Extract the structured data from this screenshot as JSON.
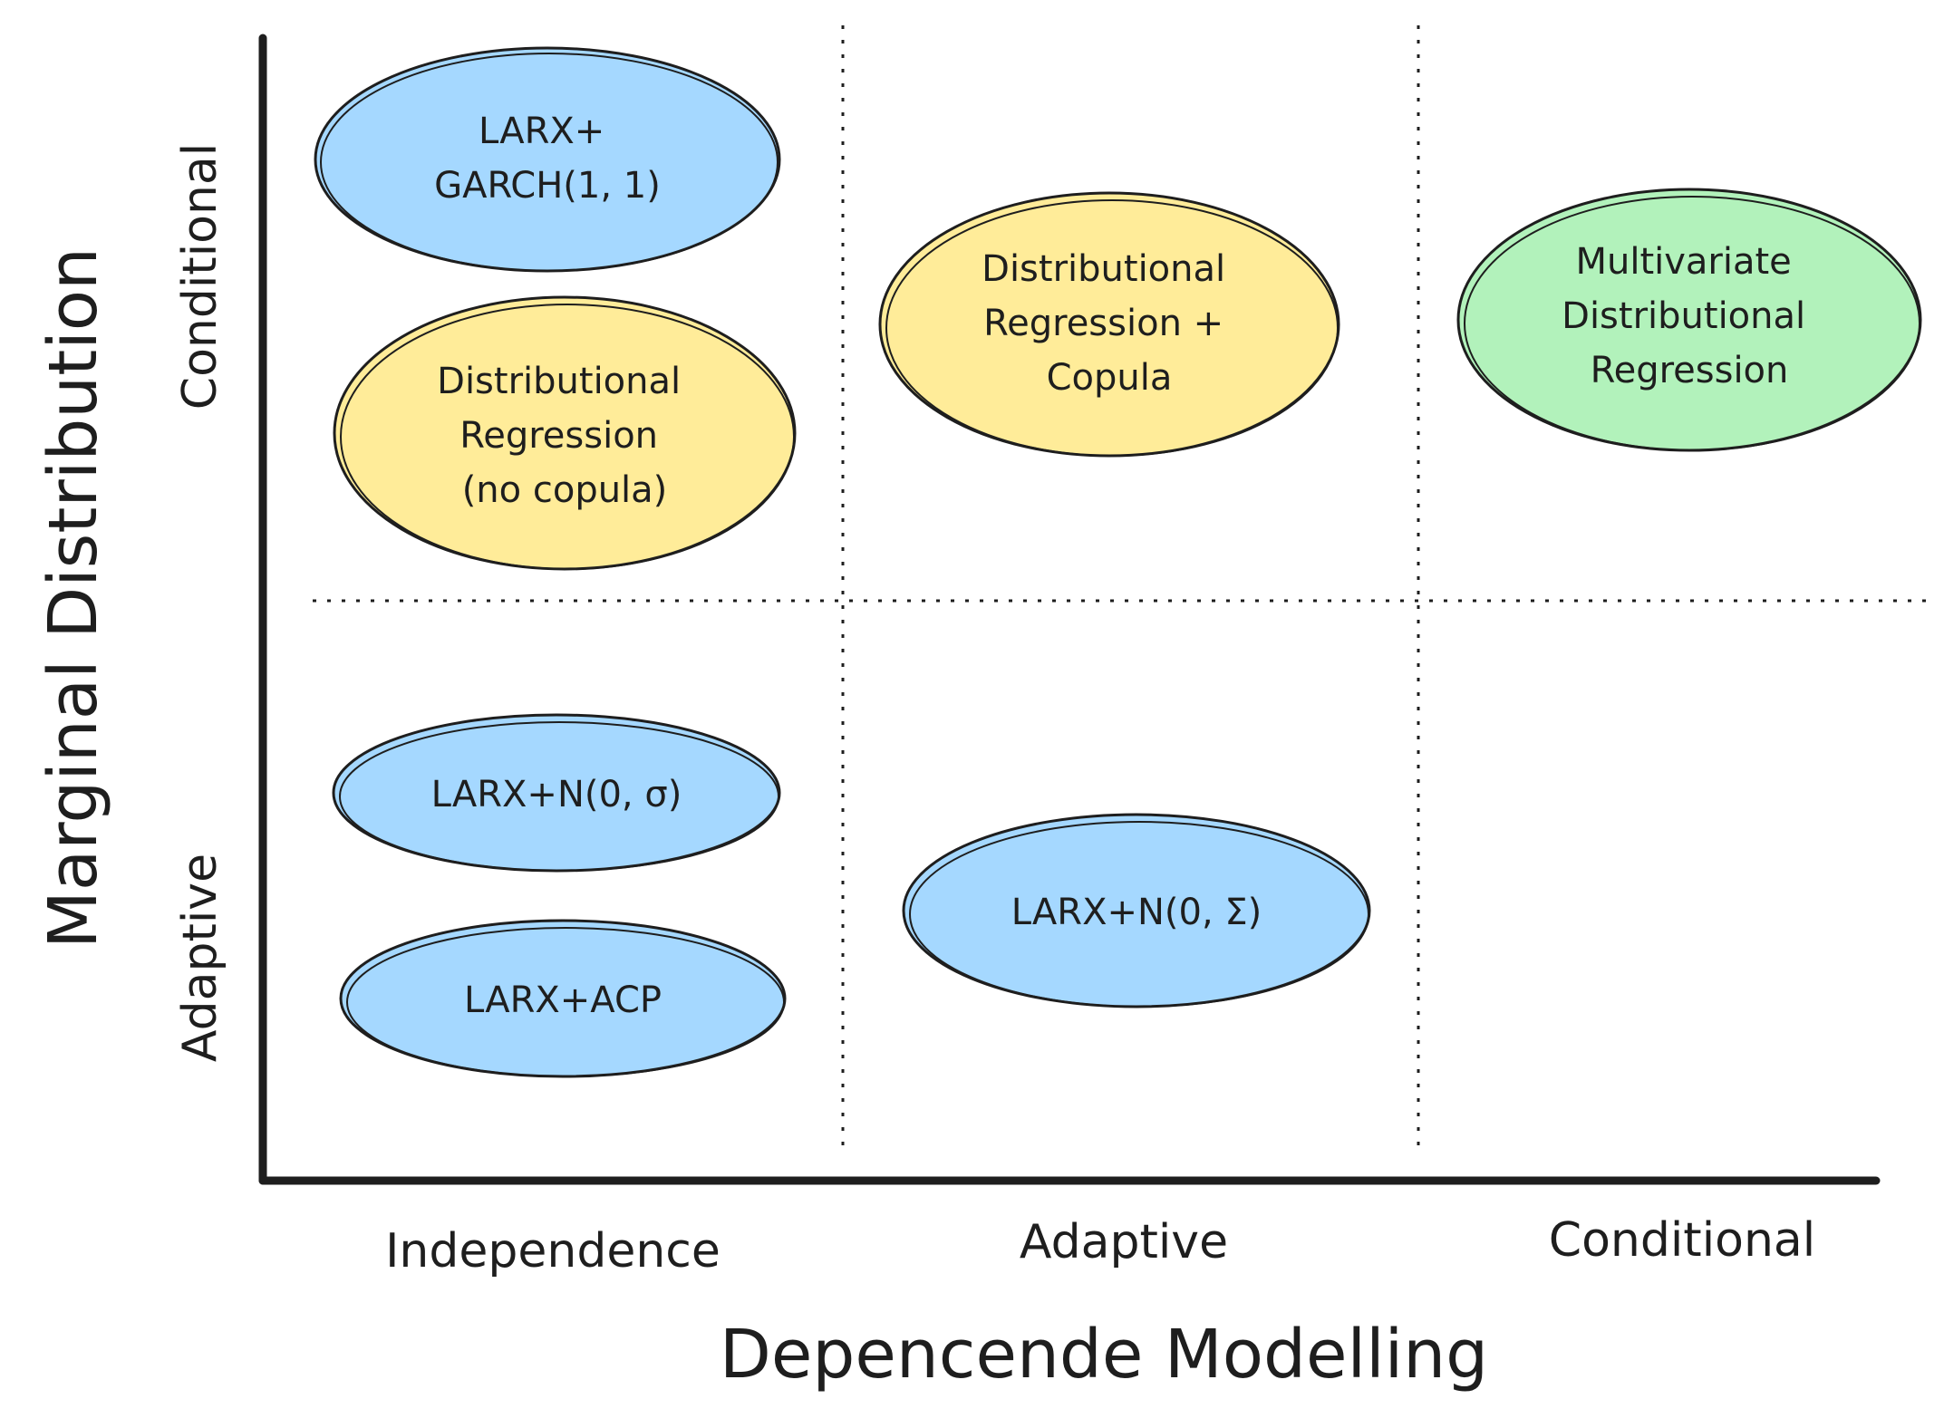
{
  "axes": {
    "x_title": "Depencende Modelling",
    "y_title": "Marginal Distribution",
    "x_ticks": [
      "Independence",
      "Adaptive",
      "Conditional"
    ],
    "y_ticks": [
      "Conditional",
      "Adaptive"
    ]
  },
  "nodes": [
    {
      "id": "larx-garch",
      "lines": [
        "LARX+",
        "GARCH(1, 1)"
      ],
      "color": "#a5d8ff"
    },
    {
      "id": "distreg-nocopula",
      "lines": [
        "Distributional",
        "Regression",
        "(no copula)"
      ],
      "color": "#ffec99"
    },
    {
      "id": "distreg-copula",
      "lines": [
        "Distributional",
        "Regression +",
        "Copula"
      ],
      "color": "#ffec99"
    },
    {
      "id": "multivariate-distreg",
      "lines": [
        "Multivariate",
        "Distributional",
        "Regression"
      ],
      "color": "#b2f2bb"
    },
    {
      "id": "larx-n-sigma",
      "lines": [
        "LARX+N(0, σ)"
      ],
      "color": "#a5d8ff"
    },
    {
      "id": "larx-acp",
      "lines": [
        "LARX+ACP"
      ],
      "color": "#a5d8ff"
    },
    {
      "id": "larx-n-Sigma",
      "lines": [
        "LARX+N(0, Σ)"
      ],
      "color": "#a5d8ff"
    }
  ],
  "colors": {
    "stroke": "#1e1e1e",
    "blue": "#a5d8ff",
    "yellow": "#ffec99",
    "green": "#b2f2bb"
  }
}
